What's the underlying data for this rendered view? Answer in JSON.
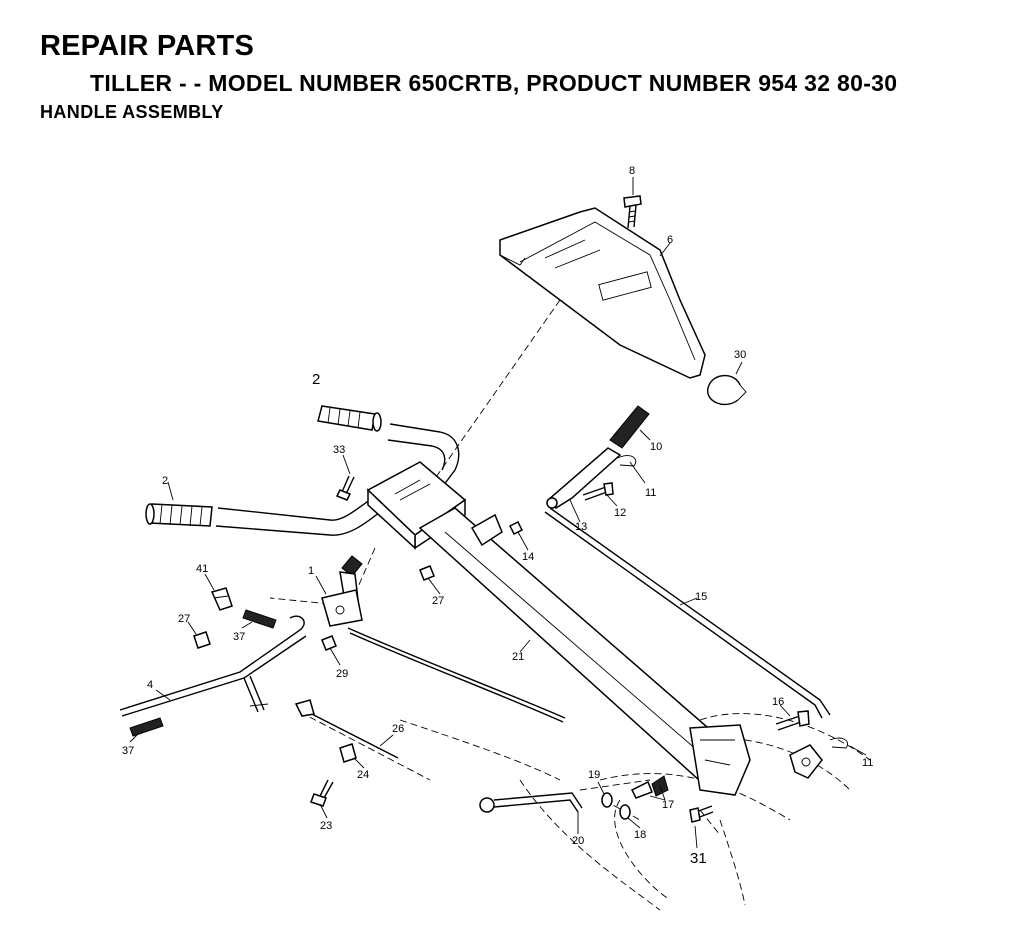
{
  "header": {
    "title": "REPAIR PARTS",
    "subtitle": "TILLER - - MODEL NUMBER 650CRTB, PRODUCT NUMBER 954 32 80-30",
    "section": "HANDLE ASSEMBLY"
  },
  "callouts": {
    "c1": "1",
    "c2a": "2",
    "c2b": "2",
    "c4": "4",
    "c6": "6",
    "c8": "8",
    "c10": "10",
    "c11a": "11",
    "c11b": "11",
    "c12": "12",
    "c13": "13",
    "c14": "14",
    "c15": "15",
    "c16": "16",
    "c17": "17",
    "c18": "18",
    "c19": "19",
    "c20": "20",
    "c21": "21",
    "c23": "23",
    "c24": "24",
    "c26": "26",
    "c27a": "27",
    "c27b": "27",
    "c29": "29",
    "c30": "30",
    "c31": "31",
    "c33": "33",
    "c37a": "37",
    "c37b": "37",
    "c41": "41"
  }
}
